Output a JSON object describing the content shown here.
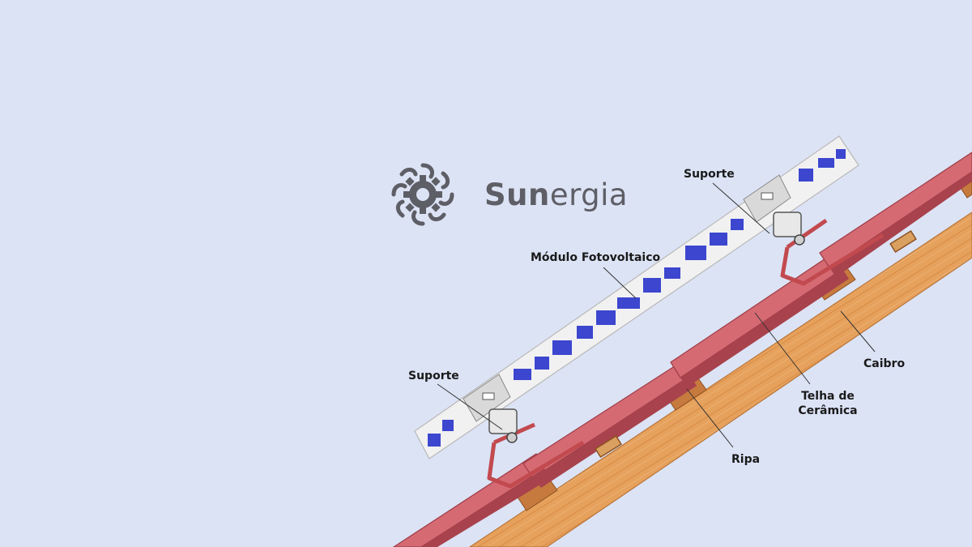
{
  "brand": {
    "name_bold": "Sun",
    "name_light": "ergia",
    "logo_icon": "sunergia-flower-gear-icon",
    "text_color": "#5e5e66"
  },
  "labels": {
    "suporte_top": "Suporte",
    "suporte_bottom": "Suporte",
    "modulo": "Módulo Fotovoltaico",
    "caibro": "Caibro",
    "telha_line1": "Telha de",
    "telha_line2": "Cerâmica",
    "ripa": "Ripa"
  },
  "colors": {
    "background": "#dce3f5",
    "tile": "#d56a73",
    "tile_dark": "#a8424c",
    "rafter": "#e6a15c",
    "batten": "#c77a3e",
    "hook": "#c24a4f",
    "panel": "#f1f1f1",
    "cell": "#3c46cf",
    "clamp": "#d9d9d9"
  }
}
